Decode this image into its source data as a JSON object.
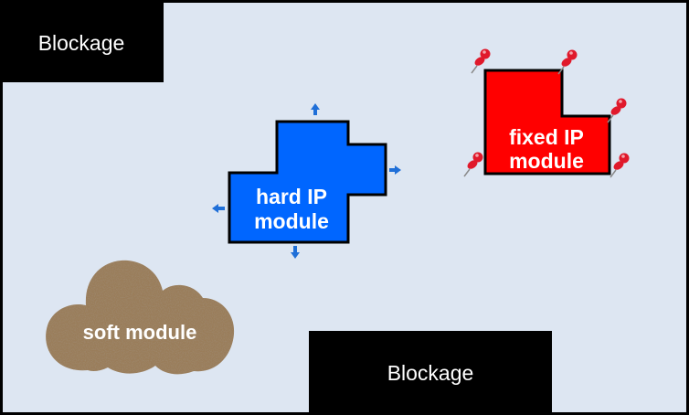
{
  "blockage_top_left": {
    "label": "Blockage",
    "color": "#000000",
    "text_color": "#ffffff"
  },
  "blockage_bottom": {
    "label": "Blockage",
    "color": "#000000",
    "text_color": "#ffffff"
  },
  "hard_ip_module": {
    "line1": "hard IP",
    "line2": "module",
    "color": "#0066ff",
    "arrow_color": "#1f6fd8",
    "text_color": "#ffffff"
  },
  "fixed_ip_module": {
    "line1": "fixed IP",
    "line2": "module",
    "color": "#ff0000",
    "pin_color": "#e0192b",
    "text_color": "#ffffff"
  },
  "soft_module": {
    "label": "soft module",
    "color": "#9a7d5a",
    "text_color": "#ffffff"
  },
  "floorplan": {
    "background": "#dde6f2",
    "border_color": "#000000"
  }
}
